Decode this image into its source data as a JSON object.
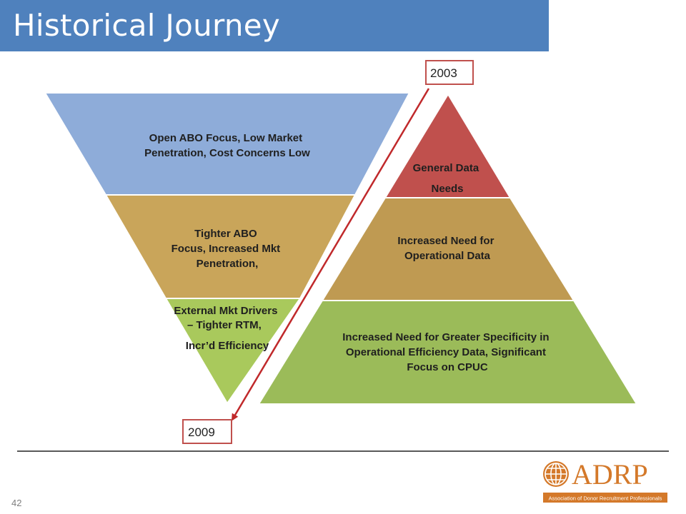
{
  "slide": {
    "title": "Historical Journey",
    "page_number": "42"
  },
  "timeline": {
    "start_year": "2003",
    "end_year": "2009",
    "arrow_color": "#c0292b"
  },
  "inverted_pyramid": {
    "tiers": [
      {
        "lines": [
          "Open ABO Focus, Low Market",
          "Penetration, Cost Concerns Low"
        ],
        "color": "#8eacd9"
      },
      {
        "lines": [
          "Tighter ABO",
          "Focus, Increased Mkt",
          "Penetration,"
        ],
        "color": "#c9a55a"
      },
      {
        "lines": [
          "External Mkt Drivers",
          "– Tighter RTM,",
          "Incr’d  Efficiency"
        ],
        "color": "#a9c95c"
      }
    ]
  },
  "pyramid": {
    "tiers": [
      {
        "lines": [
          "General Data",
          "Needs"
        ],
        "color": "#c0504d"
      },
      {
        "lines": [
          "Increased Need for",
          "Operational Data"
        ],
        "color": "#bf9a52"
      },
      {
        "lines": [
          "Increased Need for Greater Specificity in",
          "Operational Efficiency  Data, Significant",
          "Focus on CPUC"
        ],
        "color": "#9bbb59"
      }
    ]
  },
  "logo": {
    "name": "ADRP",
    "tagline": "Association of Donor Recruitment Professionals",
    "color": "#d4792a"
  }
}
